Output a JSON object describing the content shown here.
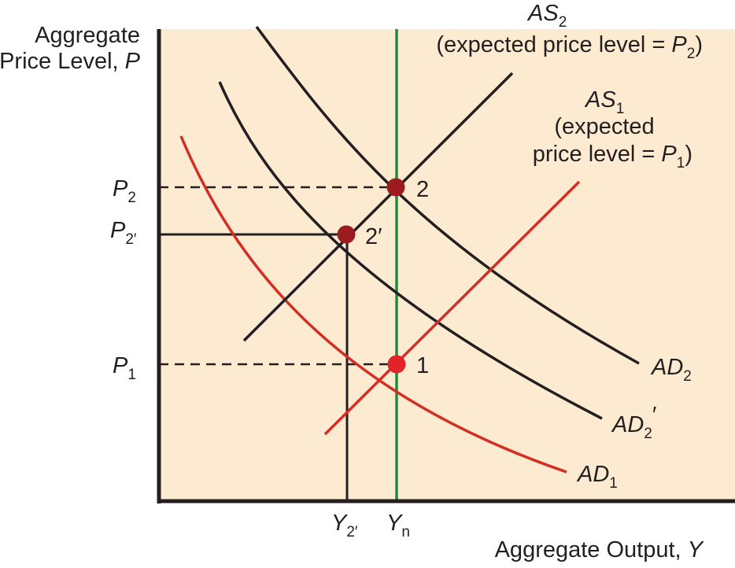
{
  "axes": {
    "y_title_line1": "Aggregate",
    "y_title_line2": "Price Level, ",
    "y_title_var": "P",
    "x_title": "Aggregate Output, ",
    "x_title_var": "Y"
  },
  "price_levels": {
    "p2": {
      "main": "P",
      "sub": "2"
    },
    "p2_prime": {
      "main": "P",
      "sub": "2′"
    },
    "p1": {
      "main": "P",
      "sub": "1"
    }
  },
  "output_levels": {
    "y2_prime": {
      "main": "Y",
      "sub": "2′"
    },
    "yn": {
      "main": "Y",
      "sub": "n"
    }
  },
  "curves": {
    "as2": {
      "main": "AS",
      "sub": "2",
      "note_prefix": "(expected price level = ",
      "note_var": "P",
      "note_sub": "2",
      "note_suffix": ")"
    },
    "as1": {
      "main": "AS",
      "sub": "1",
      "note_line1": "(expected",
      "note_prefix": "price level = ",
      "note_var": "P",
      "note_sub": "1",
      "note_suffix": ")"
    },
    "ad2": {
      "main": "AD",
      "sub": "2"
    },
    "ad2_prime": {
      "main": "AD",
      "sub": "2",
      "prime": "′"
    },
    "ad1": {
      "main": "AD",
      "sub": "1"
    }
  },
  "points": {
    "point_2": "2",
    "point_2_prime": "2′",
    "point_1": "1"
  },
  "colors": {
    "background": "#fdebd1",
    "axis": "#231f20",
    "black_curve": "#231f20",
    "red_curve": "#d42e24",
    "green_line": "#1e8a3b",
    "dark_red_point": "#9b1b1e",
    "red_point": "#e0242a"
  }
}
